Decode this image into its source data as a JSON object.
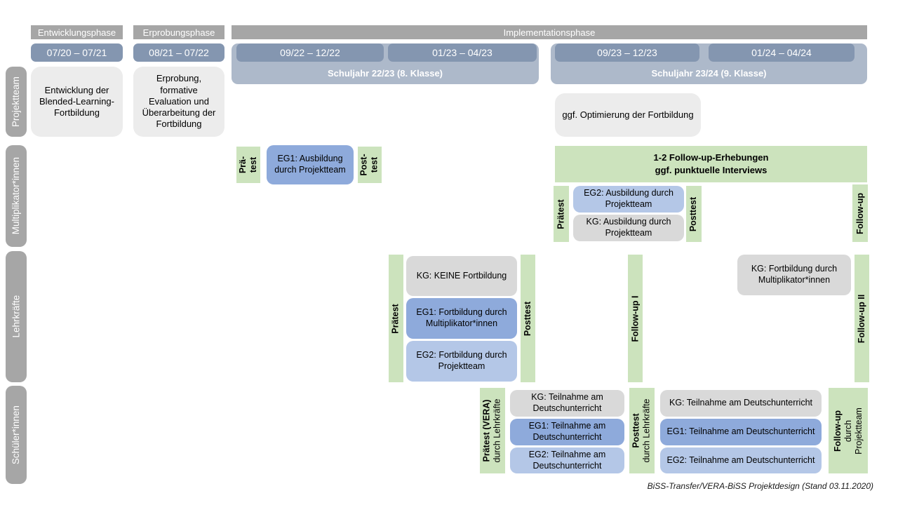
{
  "caption": "BiSS-Transfer/VERA-BiSS Projektdesign (Stand 03.11.2020)",
  "colors": {
    "phase_bar_gray": "#a6a6a6",
    "date_bar_blue": "#8496b0",
    "schuljahr_band_blue": "#adb9ca",
    "green": "#cce3bd",
    "blue_medium_eg1": "#8eaadb",
    "blue_light_eg2": "#b4c7e7",
    "gray_kg": "#d9d9d9",
    "gray_light_box": "#ececec"
  },
  "phases": {
    "entwicklung": "Entwicklungsphase",
    "erprobung": "Erprobungsphase",
    "implementation": "Implementationsphase"
  },
  "dates": {
    "d1": "07/20 – 07/21",
    "d2": "08/21 – 07/22",
    "d3": "09/22 – 12/22",
    "d4": "01/23 – 04/23",
    "d5": "09/23 – 12/23",
    "d6": "01/24 – 04/24"
  },
  "schuljahre": {
    "sj1": "Schuljahr 22/23 (8. Klasse)",
    "sj2": "Schuljahr 23/24 (9. Klasse)"
  },
  "row_labels": {
    "projektteam": "Projektteam",
    "multiplikatoren": "Multiplikator*innen",
    "lehrkraefte": "Lehrkräfte",
    "schueler": "Schüler*innen"
  },
  "projektteam": {
    "entwicklung_box": "Entwicklung der Blended-Learning-Fortbildung",
    "erprobung_box": "Erprobung, formative Evaluation und Überarbeitung der Fortbildung",
    "optimierung_box": "ggf. Optimierung der Fortbildung"
  },
  "multiplikatoren": {
    "praetest1_l1": "Prä-",
    "praetest1_l2": "test",
    "eg1_box": "EG1: Ausbildung durch Projektteam",
    "posttest1_l1": "Post-",
    "posttest1_l2": "test",
    "followup_box_l1": "1-2 Follow-up-Erhebungen",
    "followup_box_l2": "ggf. punktuelle Interviews",
    "praetest2": "Prätest",
    "eg2_box": "EG2: Ausbildung durch Projektteam",
    "kg_box": "KG: Ausbildung durch Projektteam",
    "posttest2": "Posttest",
    "followup_bar": "Follow-up"
  },
  "lehrkraefte": {
    "praetest": "Prätest",
    "kg_box": "KG: KEINE Fortbildung",
    "eg1_box": "EG1: Fortbildung durch Multiplikator*innen",
    "eg2_box": "EG2: Fortbildung durch Projektteam",
    "posttest": "Posttest",
    "followup1": "Follow-up I",
    "kg_fortbildung_box": "KG: Fortbildung durch Multiplikator*innen",
    "followup2": "Follow-up II"
  },
  "schueler": {
    "praetest_l1": "Prätest (VERA)",
    "praetest_l2": "durch Lehrkräfte",
    "kg1_box": "KG: Teilnahme am Deutschunterricht",
    "eg1a_box": "EG1: Teilnahme am Deutschunterricht",
    "eg2a_box": "EG2: Teilnahme am Deutschunterricht",
    "posttest_l1": "Posttest",
    "posttest_l2": "durch Lehrkräfte",
    "kg2_box": "KG: Teilnahme am Deutschunterricht",
    "eg1b_box": "EG1: Teilnahme am Deutschunterricht",
    "eg2b_box": "EG2: Teilnahme am Deutschunterricht",
    "followup_l1": "Follow-up",
    "followup_l2": "durch",
    "followup_l3": "Projektteam"
  }
}
